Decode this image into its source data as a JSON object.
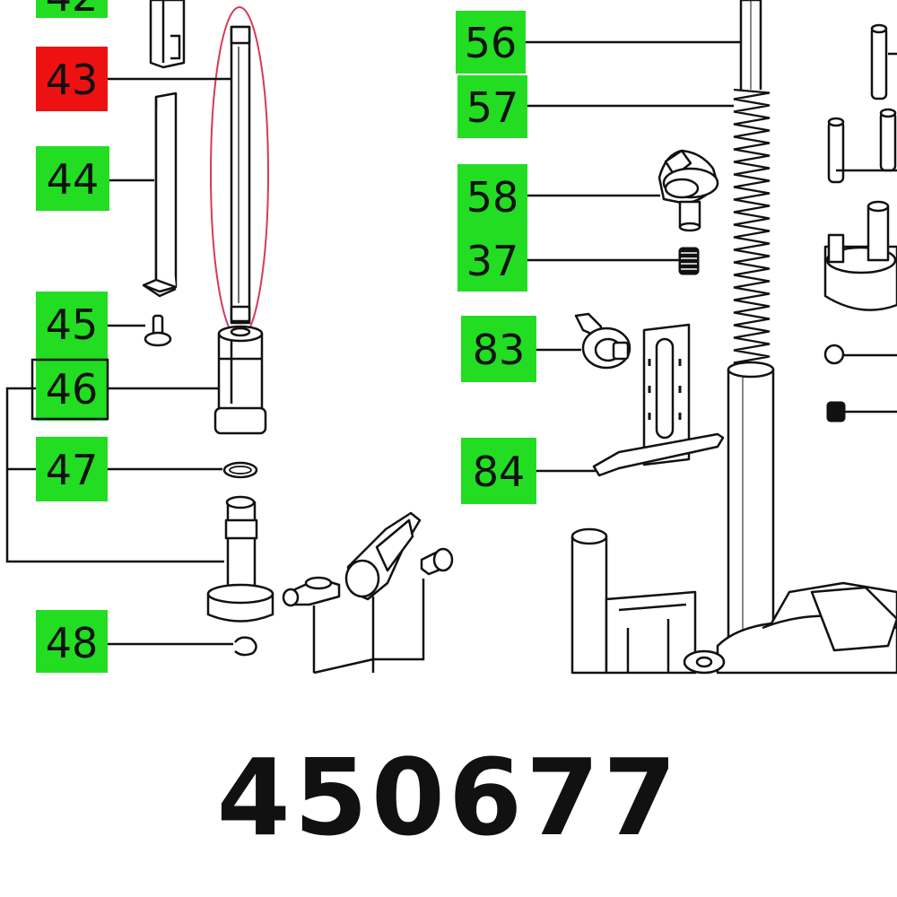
{
  "colors": {
    "label_green": "#22dd22",
    "label_highlight": "#ee1111",
    "selection_ring": "#d63a5a",
    "line": "#111111"
  },
  "labels": {
    "l42": "42",
    "l43": "43",
    "l44": "44",
    "l45": "45",
    "l46": "46",
    "l47": "47",
    "l48": "48",
    "l56": "56",
    "l57": "57",
    "l58": "58",
    "l37": "37",
    "l83": "83",
    "l84": "84"
  },
  "highlighted_label": "43",
  "part_number": "450677"
}
